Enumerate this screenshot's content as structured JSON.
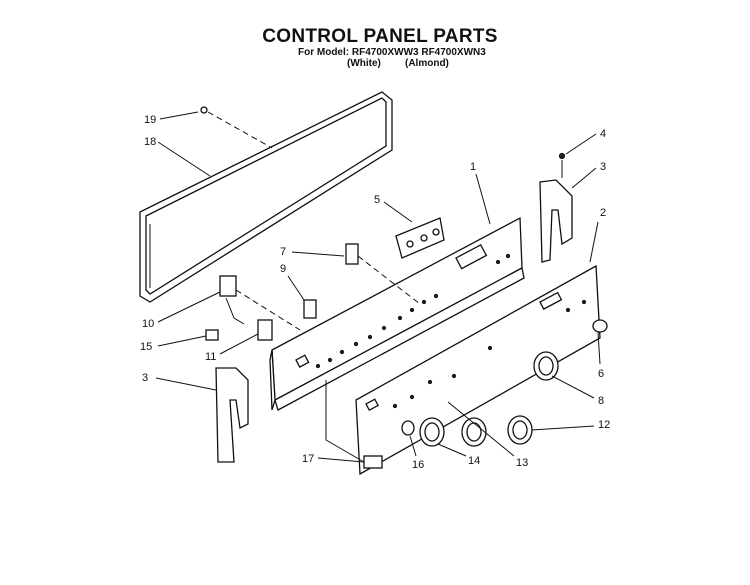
{
  "title": "CONTROL PANEL PARTS",
  "model_line": "For Model: RF4700XWW3 RF4700XWN3",
  "variants": [
    "(White)",
    "(Almond)"
  ],
  "callouts": [
    "19",
    "18",
    "4",
    "3",
    "1",
    "5",
    "2",
    "7",
    "9",
    "10",
    "15",
    "11",
    "3",
    "6",
    "8",
    "12",
    "16",
    "14",
    "13",
    "17"
  ]
}
